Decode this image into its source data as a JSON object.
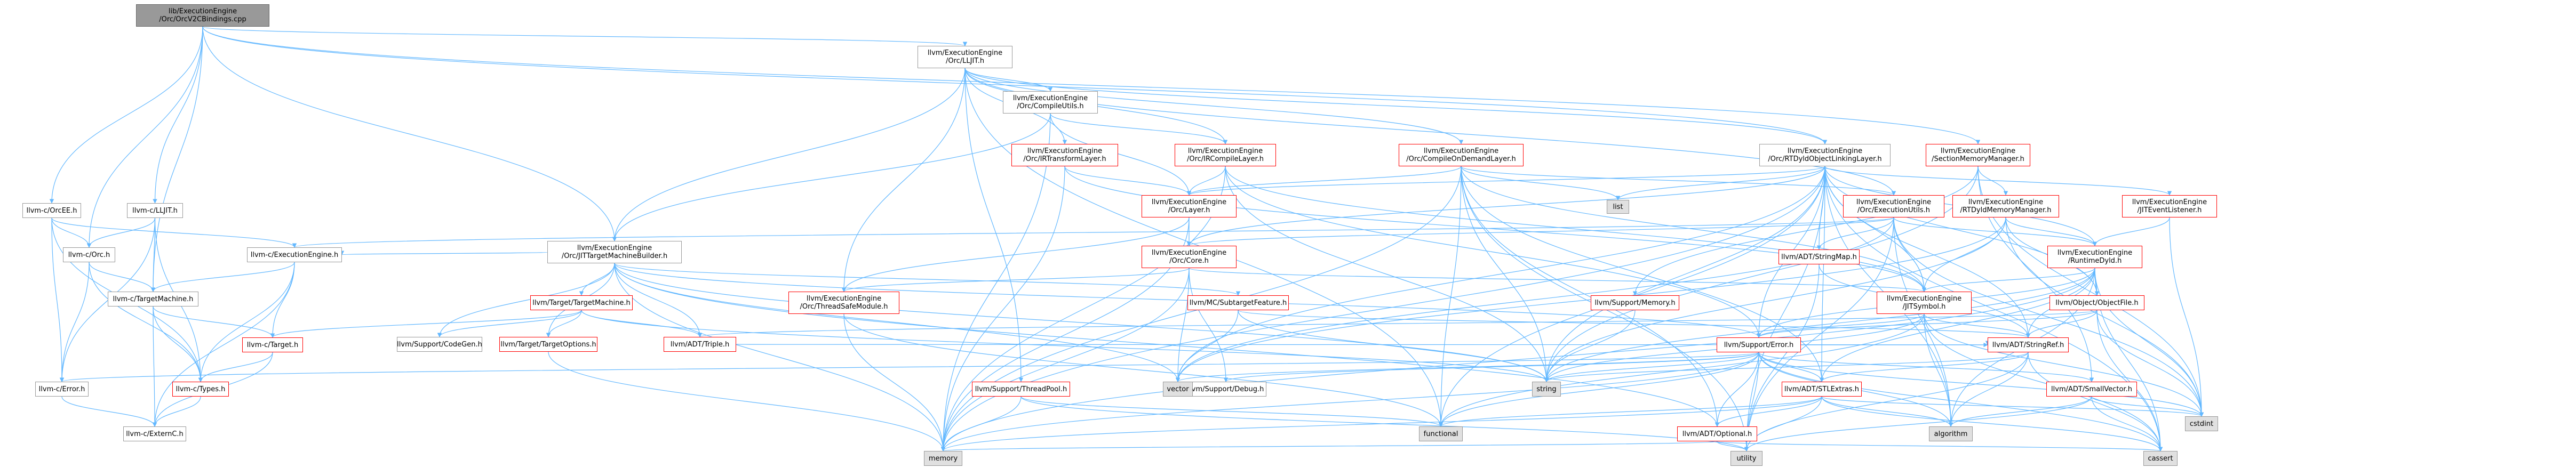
{
  "colors": {
    "edge": "#63b8ff",
    "internal_border": "#999999",
    "incomplete_border": "#ff0000",
    "root_fill": "#999999",
    "external_fill": "#e0e0e0",
    "background": "#ffffff"
  },
  "nodes": {
    "root": {
      "l1": "lib/ExecutionEngine",
      "l2": "/Orc/OrcV2CBindings.cpp"
    },
    "c_orcee": {
      "l1": "llvm-c/OrcEE.h"
    },
    "c_lljit": {
      "l1": "llvm-c/LLJIT.h"
    },
    "c_orc": {
      "l1": "llvm-c/Orc.h"
    },
    "c_ee": {
      "l1": "llvm-c/ExecutionEngine.h"
    },
    "c_tm": {
      "l1": "llvm-c/TargetMachine.h"
    },
    "c_target": {
      "l1": "llvm-c/Target.h"
    },
    "c_error": {
      "l1": "llvm-c/Error.h"
    },
    "c_types": {
      "l1": "llvm-c/Types.h"
    },
    "c_externc": {
      "l1": "llvm-c/ExternC.h"
    },
    "lljit": {
      "l1": "llvm/ExecutionEngine",
      "l2": "/Orc/LLJIT.h"
    },
    "jtmb": {
      "l1": "llvm/ExecutionEngine",
      "l2": "/Orc/JITTargetMachineBuilder.h"
    },
    "compileutils": {
      "l1": "llvm/ExecutionEngine",
      "l2": "/Orc/CompileUtils.h"
    },
    "irtransform": {
      "l1": "llvm/ExecutionEngine",
      "l2": "/Orc/IRTransformLayer.h"
    },
    "ircompile": {
      "l1": "llvm/ExecutionEngine",
      "l2": "/Orc/IRCompileLayer.h"
    },
    "cod": {
      "l1": "llvm/ExecutionEngine",
      "l2": "/Orc/CompileOnDemandLayer.h"
    },
    "rtdyldobj": {
      "l1": "llvm/ExecutionEngine",
      "l2": "/Orc/RTDyldObjectLinkingLayer.h"
    },
    "sectionmm": {
      "l1": "llvm/ExecutionEngine",
      "l2": "/SectionMemoryManager.h"
    },
    "layer": {
      "l1": "llvm/ExecutionEngine",
      "l2": "/Orc/Layer.h"
    },
    "executionutils": {
      "l1": "llvm/ExecutionEngine",
      "l2": "/Orc/ExecutionUtils.h"
    },
    "rtdyldmm": {
      "l1": "llvm/ExecutionEngine",
      "l2": "/RTDyldMemoryManager.h"
    },
    "jitevent": {
      "l1": "llvm/ExecutionEngine",
      "l2": "/JITEventListener.h"
    },
    "core": {
      "l1": "llvm/ExecutionEngine",
      "l2": "/Orc/Core.h"
    },
    "tsmodule": {
      "l1": "llvm/ExecutionEngine",
      "l2": "/Orc/ThreadSafeModule.h"
    },
    "runtimedyld": {
      "l1": "llvm/ExecutionEngine",
      "l2": "/RuntimeDyld.h"
    },
    "jitsymbol": {
      "l1": "llvm/ExecutionEngine",
      "l2": "/JITSymbol.h"
    },
    "stringmap": {
      "l1": "llvm/ADT/StringMap.h"
    },
    "supportmemory": {
      "l1": "llvm/Support/Memory.h"
    },
    "objectfile": {
      "l1": "llvm/Object/ObjectFile.h"
    },
    "targetmachine": {
      "l1": "llvm/Target/TargetMachine.h"
    },
    "codegen": {
      "l1": "llvm/Support/CodeGen.h"
    },
    "targetoptions": {
      "l1": "llvm/Target/TargetOptions.h"
    },
    "triple": {
      "l1": "llvm/ADT/Triple.h"
    },
    "subtarget": {
      "l1": "llvm/MC/SubtargetFeature.h"
    },
    "supporterror": {
      "l1": "llvm/Support/Error.h"
    },
    "stringref": {
      "l1": "llvm/ADT/StringRef.h"
    },
    "threadpool": {
      "l1": "llvm/Support/ThreadPool.h"
    },
    "debug": {
      "l1": "llvm/Support/Debug.h"
    },
    "stlextras": {
      "l1": "llvm/ADT/STLExtras.h"
    },
    "smallvector": {
      "l1": "llvm/ADT/SmallVector.h"
    },
    "optional": {
      "l1": "llvm/ADT/Optional.h"
    },
    "list": {
      "l1": "list"
    },
    "vector": {
      "l1": "vector"
    },
    "string": {
      "l1": "string"
    },
    "functional": {
      "l1": "functional"
    },
    "memory": {
      "l1": "memory"
    },
    "utility": {
      "l1": "utility"
    },
    "algorithm": {
      "l1": "algorithm"
    },
    "cstdint": {
      "l1": "cstdint"
    },
    "cassert": {
      "l1": "cassert"
    }
  }
}
